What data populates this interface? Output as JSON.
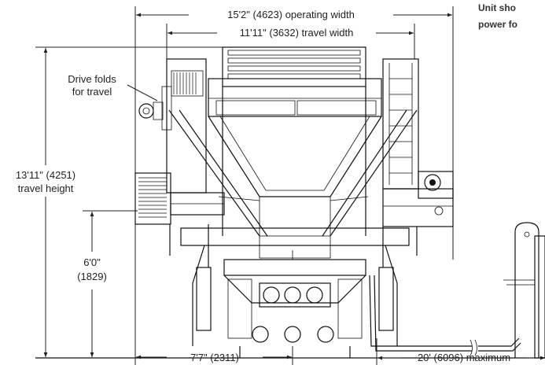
{
  "side_note": {
    "line1": "Unit sho",
    "line2": "power fo"
  },
  "dimensions": {
    "operating_width": "15'2\" (4623) operating width",
    "travel_width": "11'11\" (3632) travel width",
    "travel_height_1": "13'11\" (4251)",
    "travel_height_2": "travel height",
    "height_6ft_1": "6'0\"",
    "height_6ft_2": "(1829)",
    "half_width": "7'7\" (2311)",
    "cable_max": "20' (6096) maximum"
  },
  "callouts": {
    "drive_folds_1": "Drive folds",
    "drive_folds_2": "for travel"
  },
  "colors": {
    "line": "#111111",
    "text": "#222222",
    "background": "#ffffff"
  }
}
